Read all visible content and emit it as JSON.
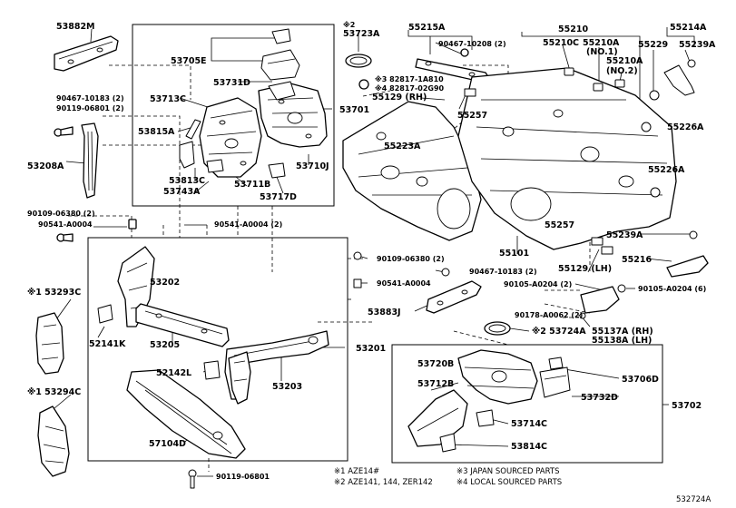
{
  "labels": {
    "p53882M": "53882M",
    "s90467_10183_a": "90467-10183 (2)",
    "s90119_06801_a": "90119-06801 (2)",
    "p53208A": "53208A",
    "s90109_06380_a": "90109-06380 (2)",
    "s90541_A0004_a": "90541-A0004",
    "p53293C": "※1 53293C",
    "p52141K": "52141K",
    "p53294C": "※1 53294C",
    "p53705E": "53705E",
    "p53731D": "53731D",
    "p53713C": "53713C",
    "p53815A": "53815A",
    "p53813C": "53813C",
    "p53743A": "53743A",
    "p53711B": "53711B",
    "p53717D": "53717D",
    "p53710J": "53710J",
    "p53723A_mark": "※2",
    "p53723A": "53723A",
    "s382817": "※3 82817-1A810",
    "s482817": "※4 82817-02G90",
    "p53701": "53701",
    "p55215A": "55215A",
    "s90467_10208": "90467-10208 (2)",
    "p55129RH": "55129 (RH)",
    "p55257a": "55257",
    "p55223A": "55223A",
    "p55210": "55210",
    "p55210C": "55210C",
    "p55210A1": "55210A",
    "p55210A1_note": "(NO.1)",
    "p55210A2": "55210A",
    "p55210A2_note": "(NO.2)",
    "p55214A": "55214A",
    "p55229": "55229",
    "p55239A_a": "55239A",
    "p55226A_a": "55226A",
    "p55226A_b": "55226A",
    "p55101": "55101",
    "p55257b": "55257",
    "p55239A_b": "55239A",
    "p55216": "55216",
    "p55129LH": "55129 (LH)",
    "s90541_A0004_b": "90541-A0004 (2)",
    "p53202": "53202",
    "p53205": "53205",
    "p52142L": "52142L",
    "p53203": "53203",
    "p57104D": "57104D",
    "p53201": "53201",
    "s90109_06380_b": "90109-06380 (2)",
    "s90467_10183_b": "90467-10183 (2)",
    "s90541_A0004_c": "90541-A0004",
    "p53883J": "53883J",
    "s90105_A0204_2": "90105-A0204 (2)",
    "s90105_A0204_6": "90105-A0204 (6)",
    "s90178_A0062": "90178-A0062 (2)",
    "p53724A": "※2 53724A",
    "p55137A": "55137A (RH)",
    "p55138A": "55138A (LH)",
    "p53720B": "53720B",
    "p53712B": "53712B",
    "p53714C": "53714C",
    "p53814C": "53814C",
    "p53706D": "53706D",
    "p53732D": "53732D",
    "p53702": "53702",
    "s90119_06801_b": "90119-06801"
  },
  "footnotes": {
    "n1": "※1  AZE14#",
    "n2": "※2  AZE141, 144, ZER142",
    "n3": "※3 JAPAN SOURCED PARTS",
    "n4": "※4 LOCAL SOURCED PARTS"
  },
  "figure_id": "532724A"
}
